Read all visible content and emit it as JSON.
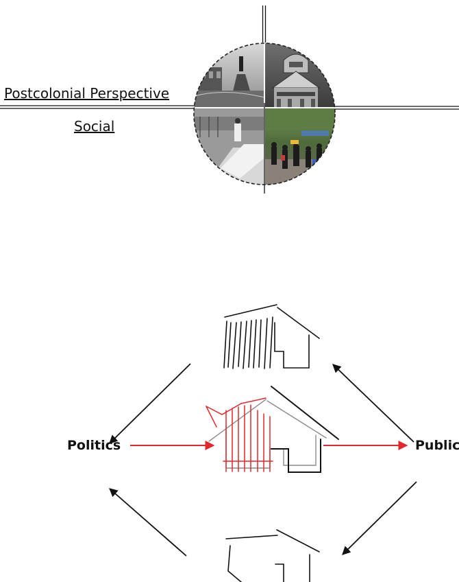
{
  "diagram": {
    "perspective_label": "Postcolonial Perspective",
    "dimension_label": "Social",
    "left_node": "Politics",
    "right_node": "Public",
    "colors": {
      "line": "#111111",
      "accent_red": "#e3262b",
      "gray_house": "#8a8a8a"
    },
    "photo_quadrants": [
      "monument-square",
      "arched-building",
      "building-site",
      "street-crowd"
    ]
  }
}
